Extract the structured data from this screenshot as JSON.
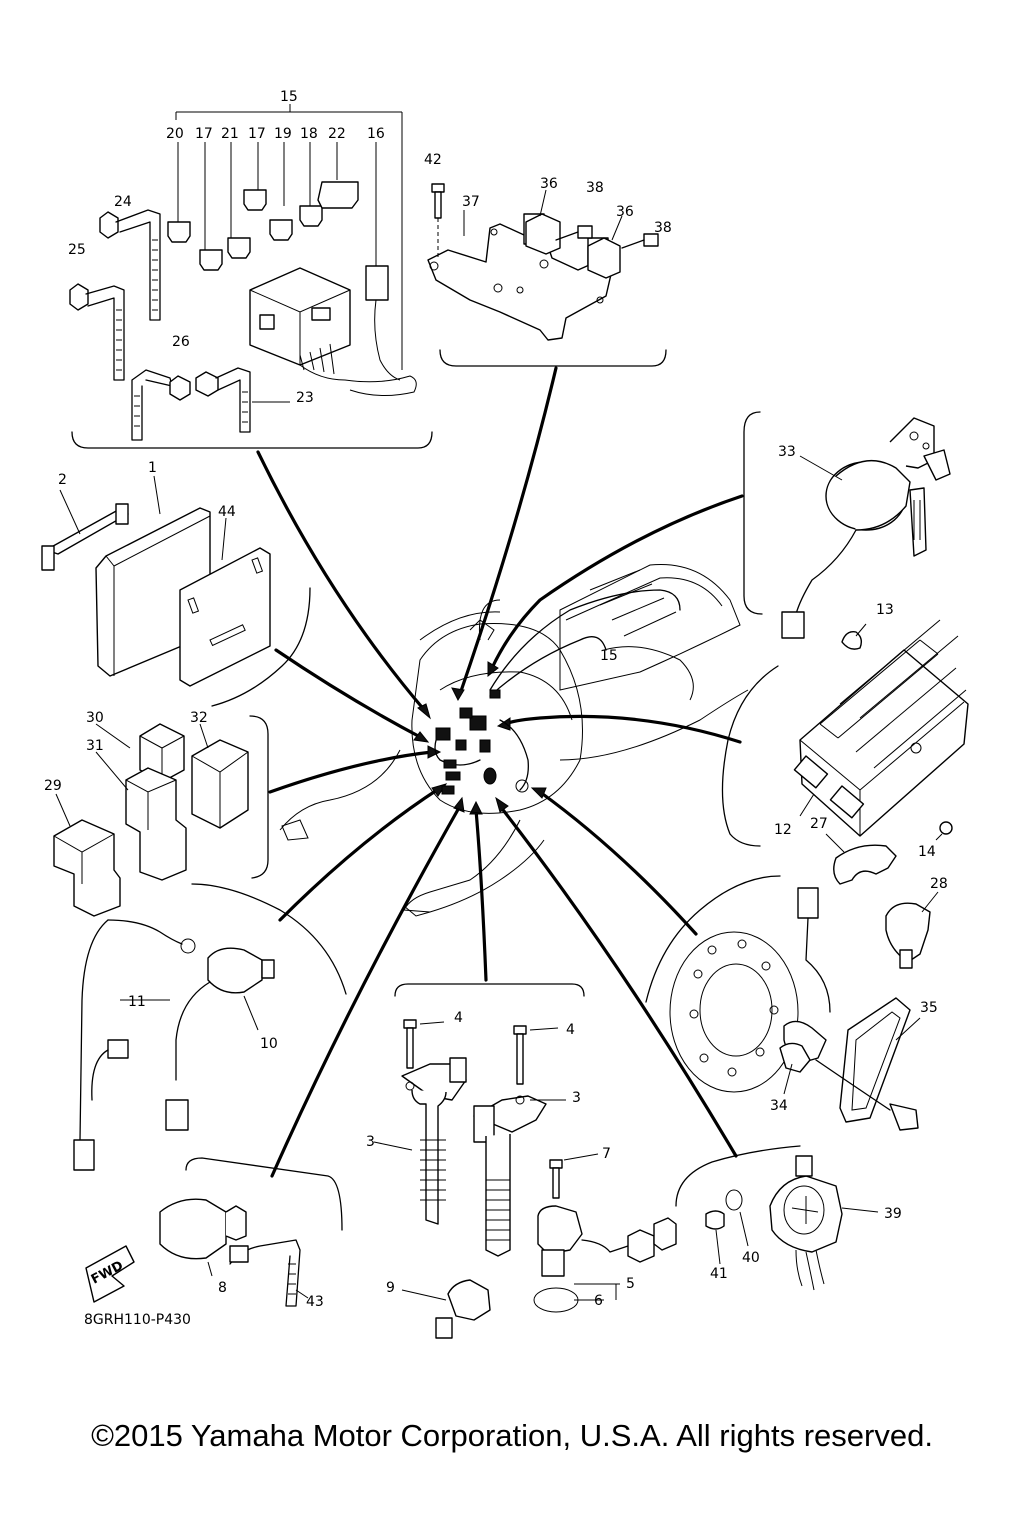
{
  "diagram": {
    "labels": {
      "p1": "1",
      "p2": "2",
      "p3a": "3",
      "p3b": "3",
      "p4a": "4",
      "p4b": "4",
      "p5": "5",
      "p6": "6",
      "p7": "7",
      "p8": "8",
      "p9": "9",
      "p10": "10",
      "p11": "11",
      "p12": "12",
      "p13": "13",
      "p14": "14",
      "p15": "15",
      "p15b": "15",
      "p16": "16",
      "p17a": "17",
      "p17b": "17",
      "p18": "18",
      "p19": "19",
      "p20": "20",
      "p21": "21",
      "p22": "22",
      "p23": "23",
      "p24": "24",
      "p25": "25",
      "p26": "26",
      "p27": "27",
      "p28": "28",
      "p29": "29",
      "p30": "30",
      "p31": "31",
      "p32": "32",
      "p33": "33",
      "p34": "34",
      "p35": "35",
      "p36a": "36",
      "p36b": "36",
      "p37": "37",
      "p38a": "38",
      "p38b": "38",
      "p39": "39",
      "p40": "40",
      "p41": "41",
      "p42": "42",
      "p43": "43",
      "p44": "44"
    },
    "fwd_arrow": "FWD",
    "drawing_code": "8GRH110-P430"
  },
  "copyright": "©2015 Yamaha Motor Corporation, U.S.A. All rights reserved."
}
